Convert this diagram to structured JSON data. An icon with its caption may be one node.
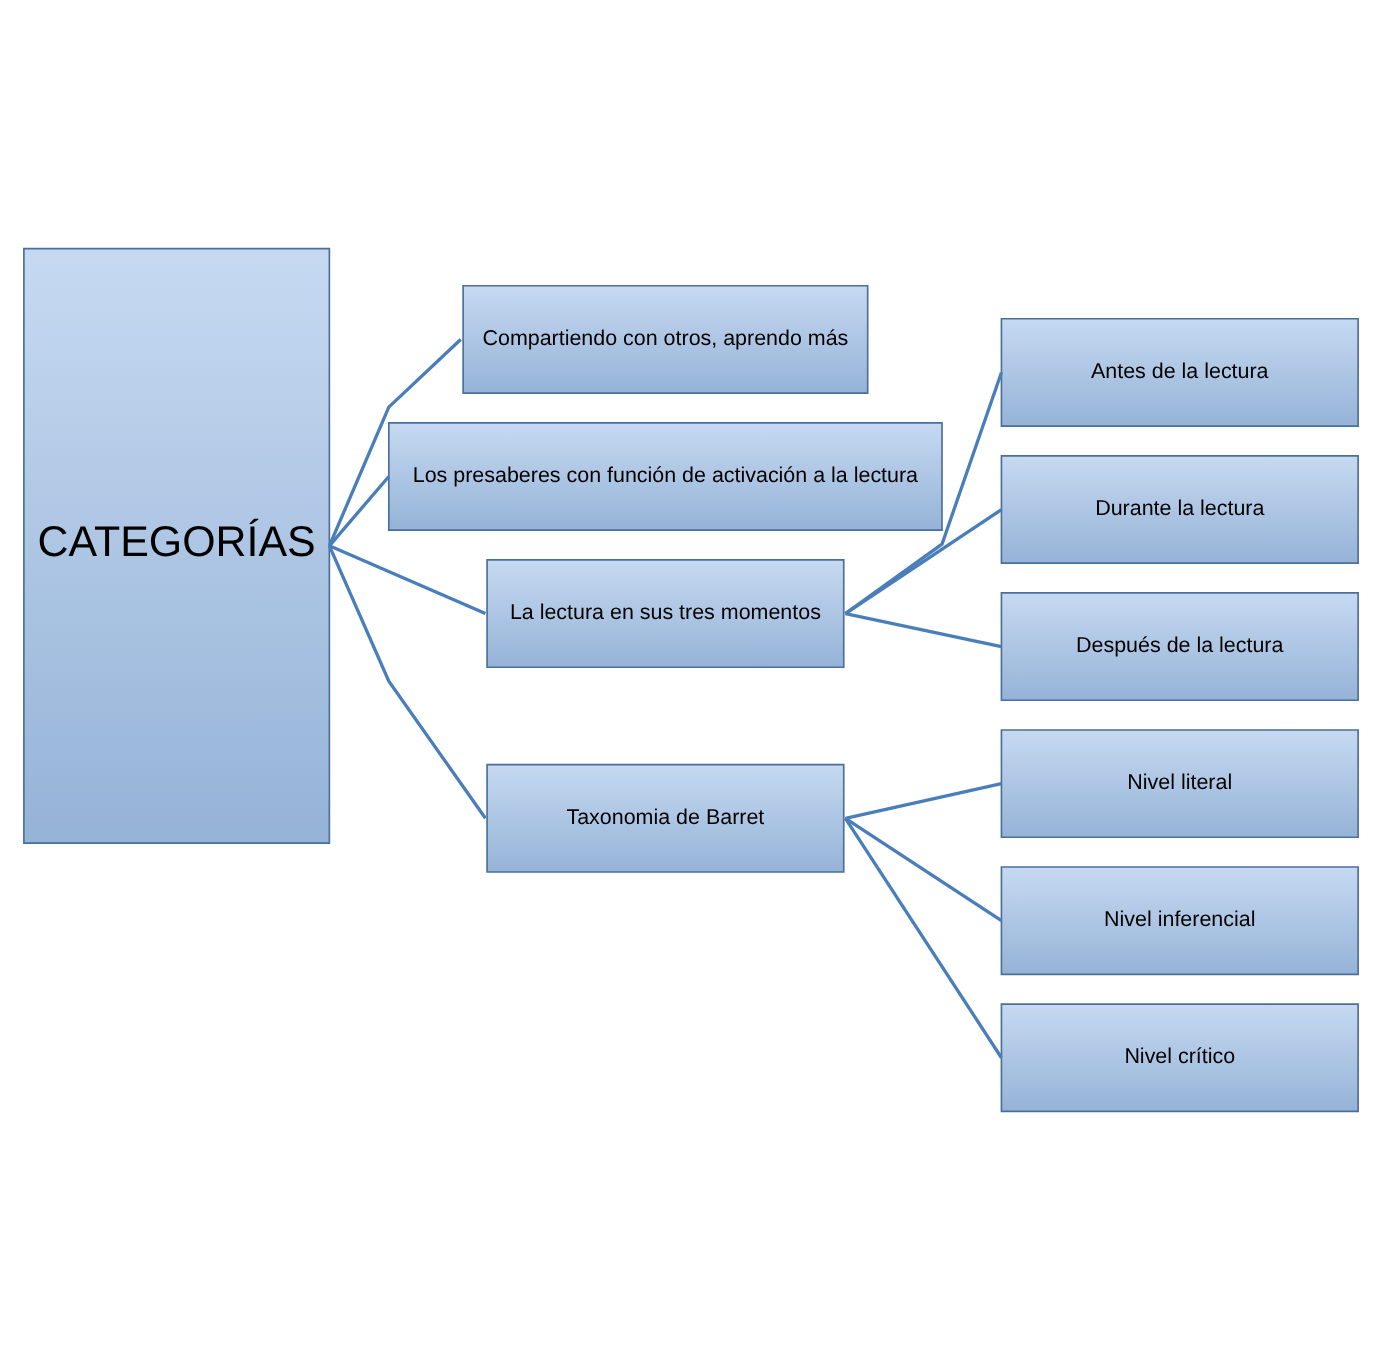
{
  "diagram": {
    "nodes": [
      {
        "text": [
          "CATEGORÍAS"
        ]
      },
      {
        "text": [
          "Compartiendo con otros, aprendo más"
        ]
      },
      {
        "text": [
          "Los presaberes con función de activación a la lectura"
        ]
      },
      {
        "text": [
          "La lectura en sus tres momentos"
        ]
      },
      {
        "text": [
          "Taxonomia de Barret"
        ]
      },
      {
        "text": [
          "Antes de la lectura"
        ]
      },
      {
        "text": [
          "Durante la lectura"
        ]
      },
      {
        "text": [
          "Después de la lectura"
        ]
      },
      {
        "text": [
          "Nivel literal"
        ]
      },
      {
        "text": [
          "Nivel inferencial"
        ]
      },
      {
        "text": [
          "Nivel crítico"
        ]
      }
    ],
    "edges": [
      {
        "from": 0,
        "to": 1,
        "arrow": "none"
      },
      {
        "from": 0,
        "to": 2,
        "arrow": "none"
      },
      {
        "from": 0,
        "to": 3,
        "arrow": "none"
      },
      {
        "from": 0,
        "to": 4,
        "arrow": "none"
      },
      {
        "from": 3,
        "to": 5,
        "arrow": "none"
      },
      {
        "from": 3,
        "to": 6,
        "arrow": "none"
      },
      {
        "from": 3,
        "to": 7,
        "arrow": "none"
      },
      {
        "from": 4,
        "to": 8,
        "arrow": "none"
      },
      {
        "from": 4,
        "to": 9,
        "arrow": "none"
      },
      {
        "from": 4,
        "to": 10,
        "arrow": "none"
      }
    ]
  }
}
